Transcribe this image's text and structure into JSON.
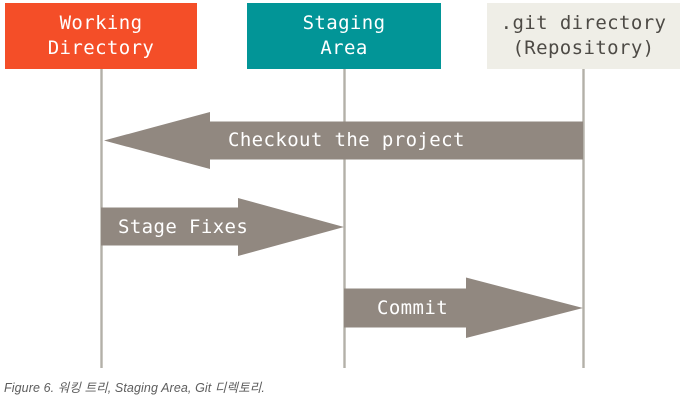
{
  "figure": {
    "caption": "Figure 6. 워킹 트리, Staging Area, Git 디렉토리.",
    "colors": {
      "working_directory": "#f44e28",
      "staging_area": "#029597",
      "git_directory": "#efeee7",
      "arrow": "#918880",
      "lifeline": "#b3b0a8",
      "box_text_light": "#ffffff",
      "box_text_dark": "#4d4a45",
      "caption_text": "#5d5d5d",
      "background": "#ffffff"
    }
  },
  "nodes": [
    {
      "id": "working-directory",
      "line1": "Working",
      "line2": "Directory"
    },
    {
      "id": "staging-area",
      "line1": "Staging",
      "line2": "Area"
    },
    {
      "id": "git-directory",
      "line1": ".git directory",
      "line2": "(Repository)"
    }
  ],
  "arrows": [
    {
      "id": "checkout",
      "label": "Checkout the project",
      "direction": "left",
      "from": "git-directory",
      "to": "working-directory"
    },
    {
      "id": "stage-fixes",
      "label": "Stage Fixes",
      "direction": "right",
      "from": "working-directory",
      "to": "staging-area"
    },
    {
      "id": "commit",
      "label": "Commit",
      "direction": "right",
      "from": "staging-area",
      "to": "git-directory"
    }
  ]
}
